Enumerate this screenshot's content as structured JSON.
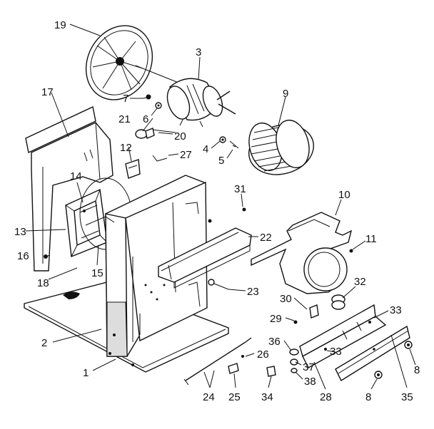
{
  "diagram": {
    "callouts": [
      {
        "id": "c19",
        "text": "19"
      },
      {
        "id": "c3",
        "text": "3"
      },
      {
        "id": "c17",
        "text": "17"
      },
      {
        "id": "c7",
        "text": "7"
      },
      {
        "id": "c6",
        "text": "6"
      },
      {
        "id": "c9",
        "text": "9"
      },
      {
        "id": "c21",
        "text": "21"
      },
      {
        "id": "c20",
        "text": "20"
      },
      {
        "id": "c4",
        "text": "4"
      },
      {
        "id": "c5",
        "text": "5"
      },
      {
        "id": "c12",
        "text": "12"
      },
      {
        "id": "c27",
        "text": "27"
      },
      {
        "id": "c14",
        "text": "14"
      },
      {
        "id": "c31",
        "text": "31"
      },
      {
        "id": "c10",
        "text": "10"
      },
      {
        "id": "c13",
        "text": "13"
      },
      {
        "id": "c22",
        "text": "22"
      },
      {
        "id": "c11",
        "text": "11"
      },
      {
        "id": "c16",
        "text": "16"
      },
      {
        "id": "c15",
        "text": "15"
      },
      {
        "id": "c18",
        "text": "18"
      },
      {
        "id": "c32",
        "text": "32"
      },
      {
        "id": "c23",
        "text": "23"
      },
      {
        "id": "c30",
        "text": "30"
      },
      {
        "id": "c29",
        "text": "29"
      },
      {
        "id": "c33a",
        "text": "33"
      },
      {
        "id": "c2",
        "text": "2"
      },
      {
        "id": "c36",
        "text": "36"
      },
      {
        "id": "c33b",
        "text": "33"
      },
      {
        "id": "c26",
        "text": "26"
      },
      {
        "id": "c8a",
        "text": "8"
      },
      {
        "id": "c1",
        "text": "1"
      },
      {
        "id": "c37",
        "text": "37"
      },
      {
        "id": "c38",
        "text": "38"
      },
      {
        "id": "c24",
        "text": "24"
      },
      {
        "id": "c25",
        "text": "25"
      },
      {
        "id": "c34",
        "text": "34"
      },
      {
        "id": "c28",
        "text": "28"
      },
      {
        "id": "c8b",
        "text": "8"
      },
      {
        "id": "c35",
        "text": "35"
      }
    ]
  }
}
